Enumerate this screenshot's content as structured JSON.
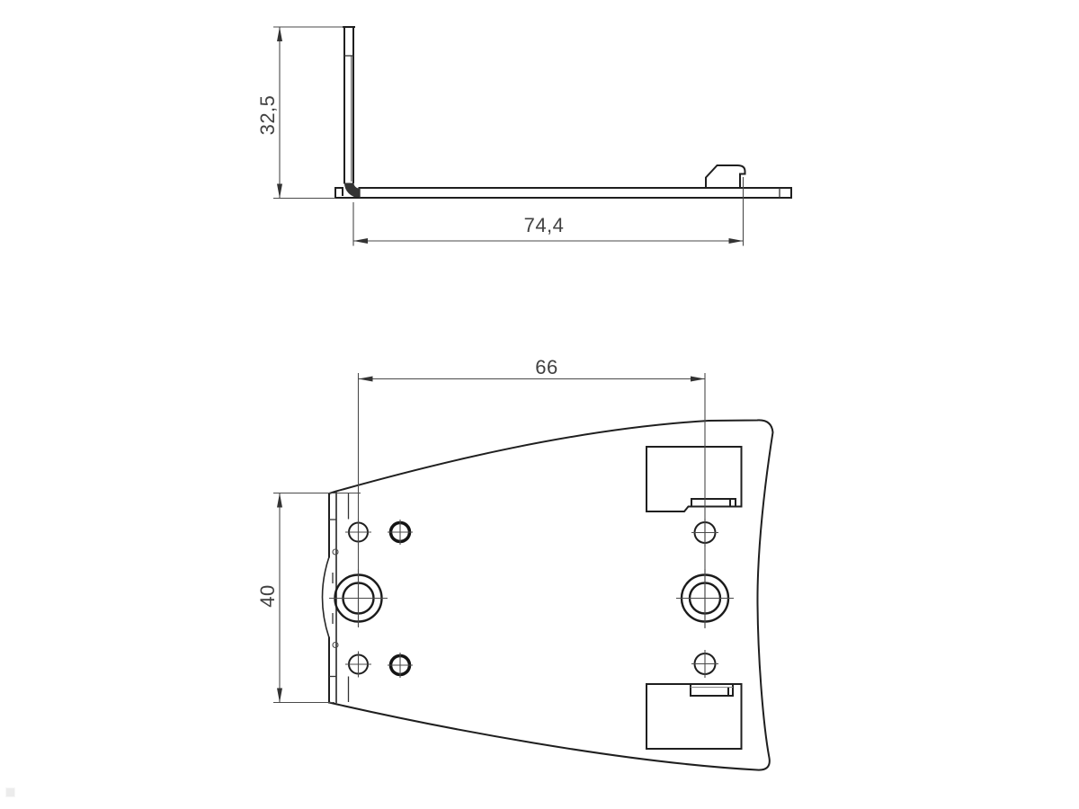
{
  "drawing": {
    "type": "technical-drawing",
    "views": [
      {
        "id": "side-view",
        "description": "L-bracket side profile with wall, base plate and clip hook"
      },
      {
        "id": "plan-view",
        "description": "bracket base plate seen from above with mounting holes and cutouts"
      }
    ],
    "dimensions": {
      "side_height": "32,5",
      "side_depth": "74,4",
      "plan_width": "66",
      "plan_height": "40"
    },
    "colors": {
      "object_line": "#1f1f1f",
      "thin_line": "#4a4a4a",
      "text": "#414141",
      "background": "#ffffff"
    }
  }
}
